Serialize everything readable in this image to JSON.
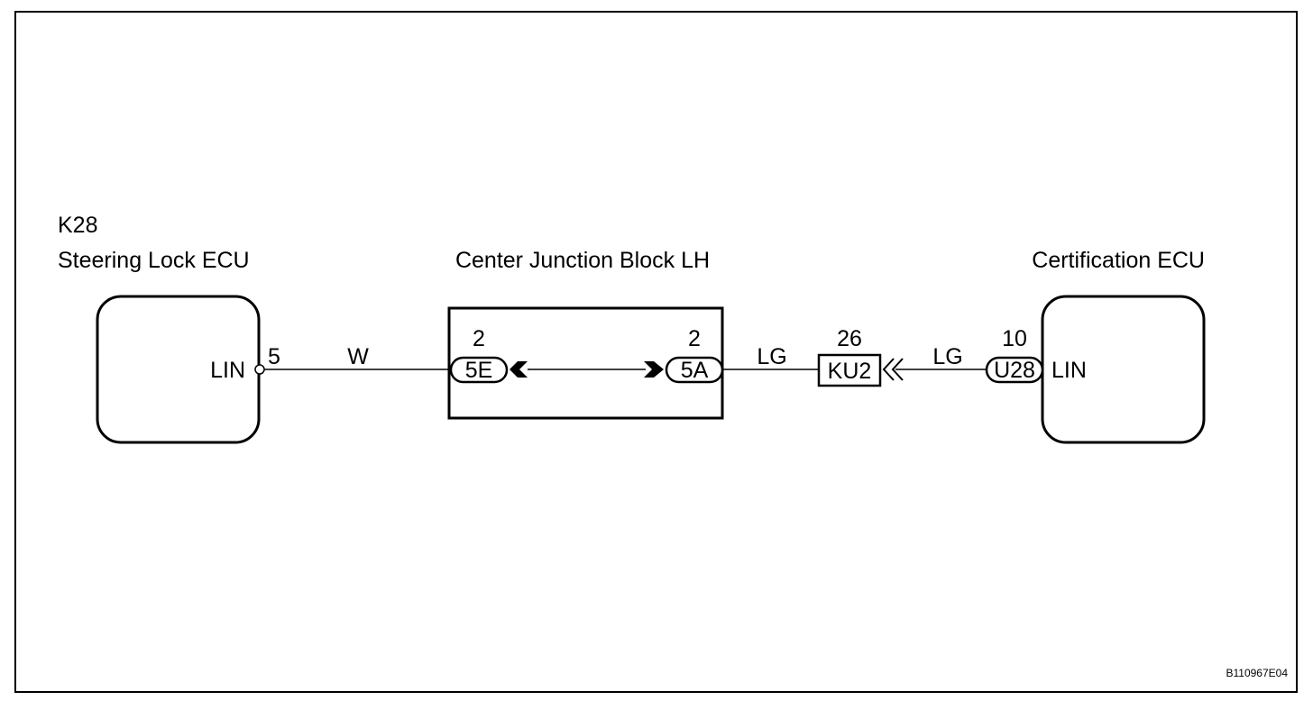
{
  "steering_ecu": {
    "code": "K28",
    "name": "Steering Lock ECU",
    "pin_name": "LIN",
    "pin_number": "5"
  },
  "wire_w": {
    "color": "W"
  },
  "junction_block": {
    "name": "Center Junction Block LH",
    "left_connector": {
      "id": "5E",
      "pin": "2"
    },
    "right_connector": {
      "id": "5A",
      "pin": "2"
    }
  },
  "wire_lg1": {
    "color": "LG"
  },
  "inline_connector": {
    "id": "KU2",
    "pin": "26"
  },
  "wire_lg2": {
    "color": "LG"
  },
  "certification_ecu": {
    "name": "Certification ECU",
    "connector": "U28",
    "pin_number": "10",
    "pin_name": "LIN"
  },
  "figure_id": "B110967E04"
}
